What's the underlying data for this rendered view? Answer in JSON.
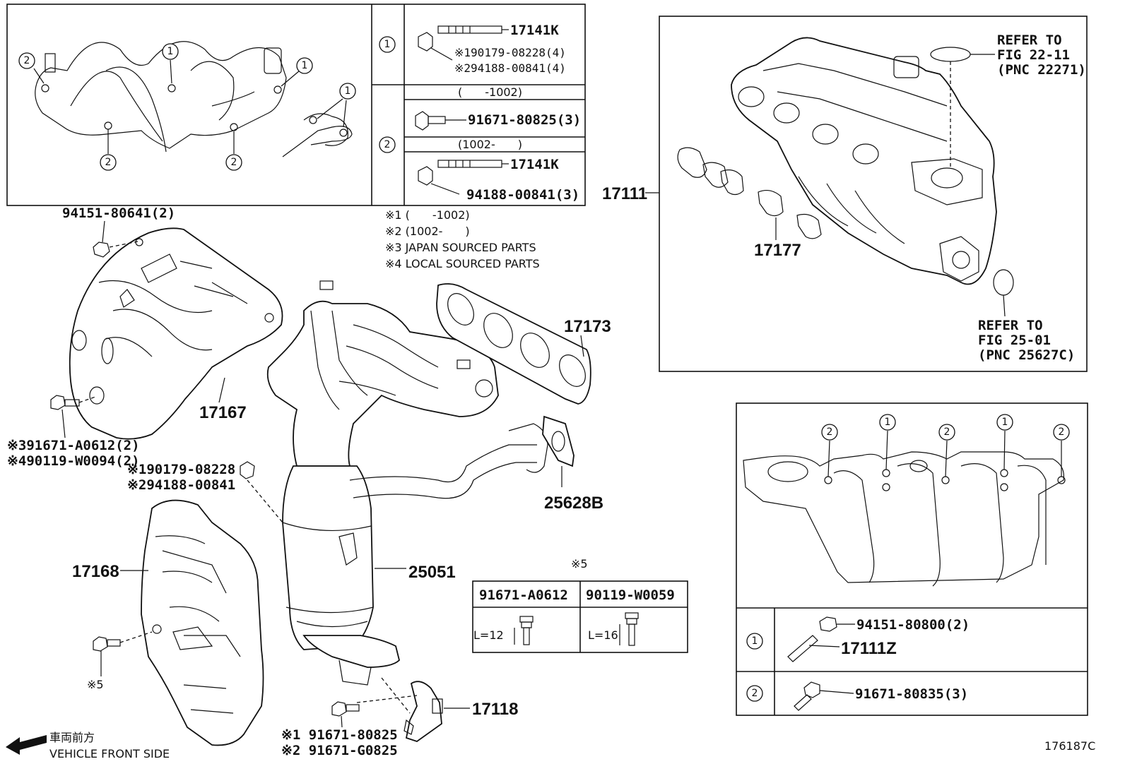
{
  "callouts": {
    "p17141K_a": "17141K",
    "p90179_08228_4": "90179-08228(4)",
    "p94188_00841_4": "94188-00841(4)",
    "range_to_1002": "(　　-1002)",
    "p91671_80825_3": "91671-80825(3)",
    "range_from_1002": "(1002-　　)",
    "p17141K_b": "17141K",
    "p94188_00841_3": "94188-00841(3)",
    "note_mark1": "※1",
    "note_mark2": "※2",
    "circled_1": "①",
    "circled_2": "②",
    "p94151_80641_2": "94151-80641(2)",
    "note1": "※1 (　　-1002)",
    "note2": "※2 (1002-　　)",
    "note3": "※3 JAPAN SOURCED PARTS",
    "note4": "※4 LOCAL SOURCED PARTS",
    "p17173": "17173",
    "p17167": "17167",
    "p91671_A0612_2": "※391671-A0612(2)",
    "p90119_W0094_2": "※490119-W0094(2)",
    "p90179_08228": "※190179-08228",
    "p94188_00841": "※294188-00841",
    "p25628B": "25628B",
    "p17168": "17168",
    "p25051": "25051",
    "note5_mark": "※5",
    "col_a": "91671-A0612",
    "col_b": "90119-W0059",
    "len_a": "L=12",
    "len_b": "L=16",
    "p17118": "17118",
    "p91671_80825": "※1 91671-80825",
    "p91671_G0825": "※2 91671-G0825",
    "vehicle_jp": "車両前方",
    "vehicle_en": "VEHICLE FRONT SIDE",
    "p17111": "17111",
    "p17177": "17177",
    "refer1_a": "REFER TO",
    "refer1_b": "FIG 22-11",
    "refer1_c": "(PNC 22271)",
    "refer2_a": "REFER TO",
    "refer2_b": "FIG 25-01",
    "refer2_c": "(PNC 25627C)",
    "p94151_80800_2": "94151-80800(2)",
    "p17111Z": "17111Z",
    "p91671_80835_3": "91671-80835(3)",
    "figure_id": "176187C"
  }
}
